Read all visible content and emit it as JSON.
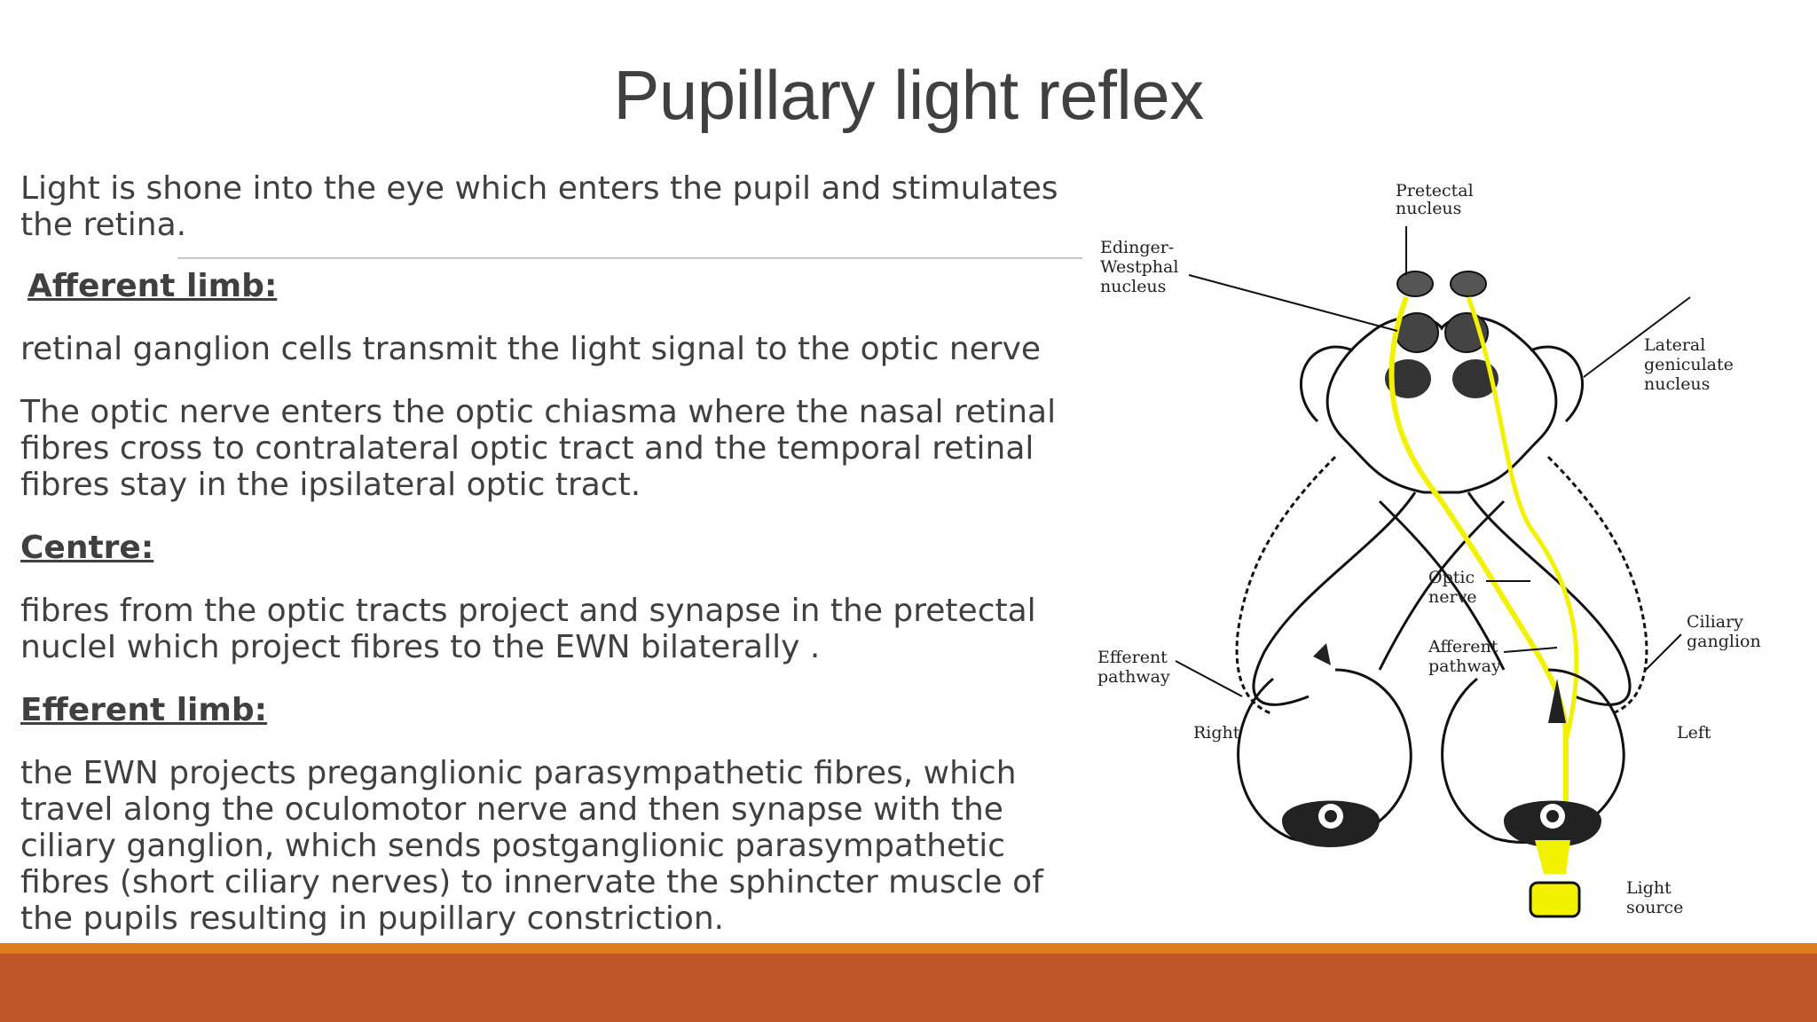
{
  "slide": {
    "title": "Pupillary light reflex",
    "accent_colors": {
      "orange": "#e07b1f",
      "rust": "#bf5629",
      "light_path": "#f2f200"
    }
  },
  "text": {
    "intro": "Light is shone into the eye which enters the pupil and stimulates the retina.",
    "afferent_heading": "Afferent limb:",
    "afferent_1": "retinal ganglion cells transmit the light signal to the optic nerve",
    "afferent_2": "The optic nerve enters the optic chiasma where the nasal retinal fibres cross to contralateral optic tract and the temporal retinal fibres stay in the ipsilateral optic tract.",
    "centre_heading": "Centre:",
    "centre_1": "fibres from the optic tracts project and synapse in the pretectal nucleI which project fibres to the EWN  bilaterally .",
    "efferent_heading": "Efferent limb:",
    "efferent_1": "the EWN projects preganglionic parasympathetic fibres, which travel along the oculomotor nerve and then synapse with the ciliary ganglion, which sends postganglionic parasympathetic fibres (short ciliary nerves) to innervate the sphincter muscle of the pupils resulting in pupillary constriction."
  },
  "diagram": {
    "labels": {
      "pretectal_1": "Pretectal",
      "pretectal_2": "nucleus",
      "ew_1": "Edinger-",
      "ew_2": "Westphal",
      "ew_3": "nucleus",
      "lgn_1": "Lateral",
      "lgn_2": "geniculate",
      "lgn_3": "nucleus",
      "optic_1": "Optic",
      "optic_2": "nerve",
      "ciliary_1": "Ciliary",
      "ciliary_2": "ganglion",
      "efferent_1": "Efferent",
      "efferent_2": "pathway",
      "afferent_1": "Afferent",
      "afferent_2": "pathway",
      "right": "Right",
      "left": "Left",
      "light_1": "Light",
      "light_2": "source"
    }
  }
}
